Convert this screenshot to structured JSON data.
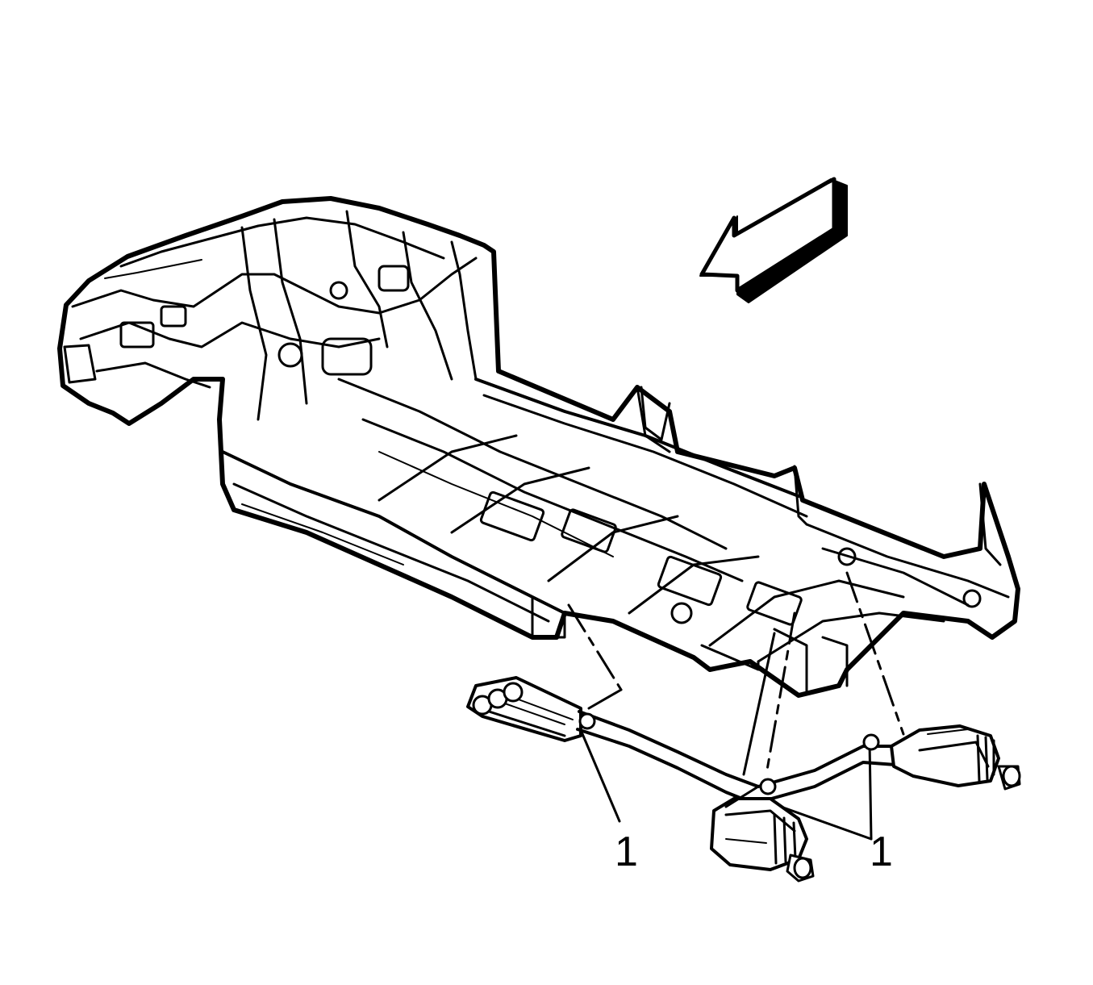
{
  "diagram": {
    "callouts": [
      {
        "id": "left",
        "text": "1"
      },
      {
        "id": "right",
        "text": "1"
      }
    ],
    "colors": {
      "line": "#000000",
      "background": "#ffffff",
      "panel": "#ffffff"
    },
    "components": [
      "vehicle-underbody",
      "exhaust-system",
      "direction-arrow"
    ]
  }
}
